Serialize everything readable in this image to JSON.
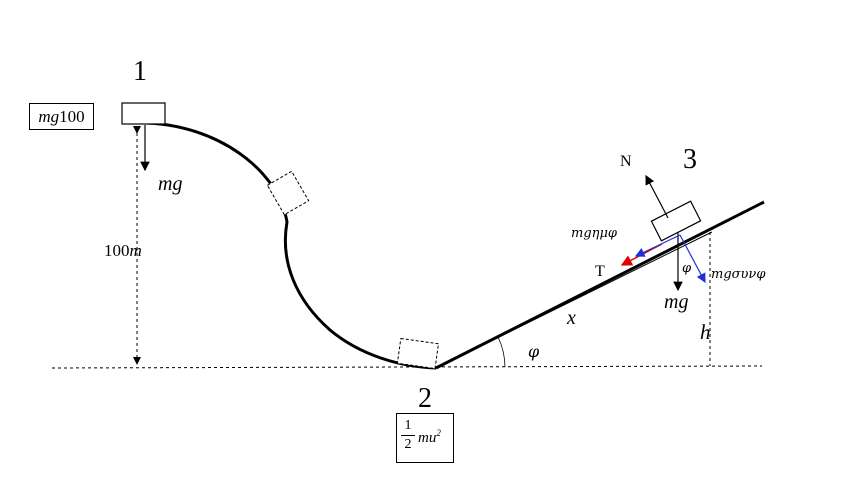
{
  "diagram": {
    "points": {
      "p1": "1",
      "p2": "2",
      "p3": "3"
    },
    "energy": {
      "top_coef": "mg",
      "top_height": "100",
      "bottom_frac_num": "1",
      "bottom_frac_den": "2",
      "bottom_mass": "mu",
      "bottom_exp": "2"
    },
    "labels": {
      "mg_left": "mg",
      "height_left": "100",
      "height_unit": "m",
      "normal": "N",
      "tension": "T",
      "mg_right": "mg",
      "parallel_comp": "mgημφ",
      "perp_comp": "mgσυνφ",
      "phi_small": "φ",
      "distance": "x",
      "angle": "φ",
      "height_right": "h"
    },
    "colors": {
      "line": "#000000",
      "tension": "#e00000",
      "components": "#1f2fd8"
    }
  }
}
